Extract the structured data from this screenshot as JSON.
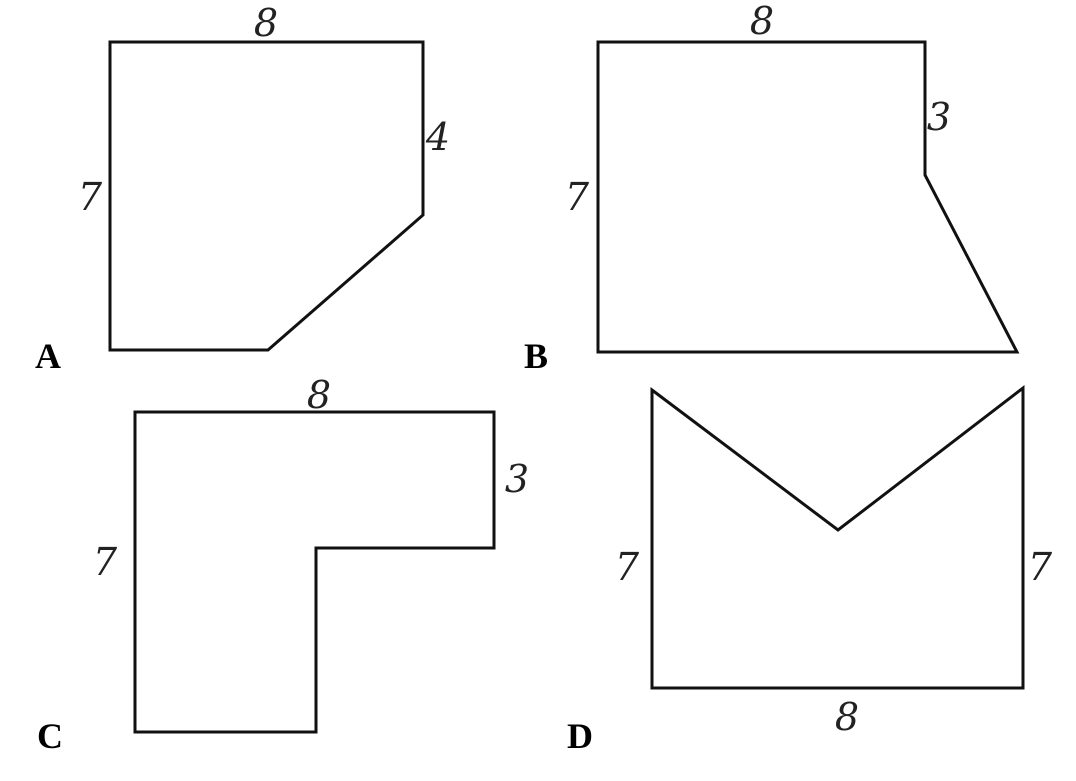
{
  "figures": [
    {
      "letter": "A",
      "labels": {
        "top": "8",
        "right": "4",
        "left": "7"
      }
    },
    {
      "letter": "B",
      "labels": {
        "top": "8",
        "right": "3",
        "left": "7"
      }
    },
    {
      "letter": "C",
      "labels": {
        "top": "8",
        "right": "3",
        "left": "7"
      }
    },
    {
      "letter": "D",
      "labels": {
        "left": "7",
        "right": "7",
        "bottom": "8"
      }
    }
  ]
}
